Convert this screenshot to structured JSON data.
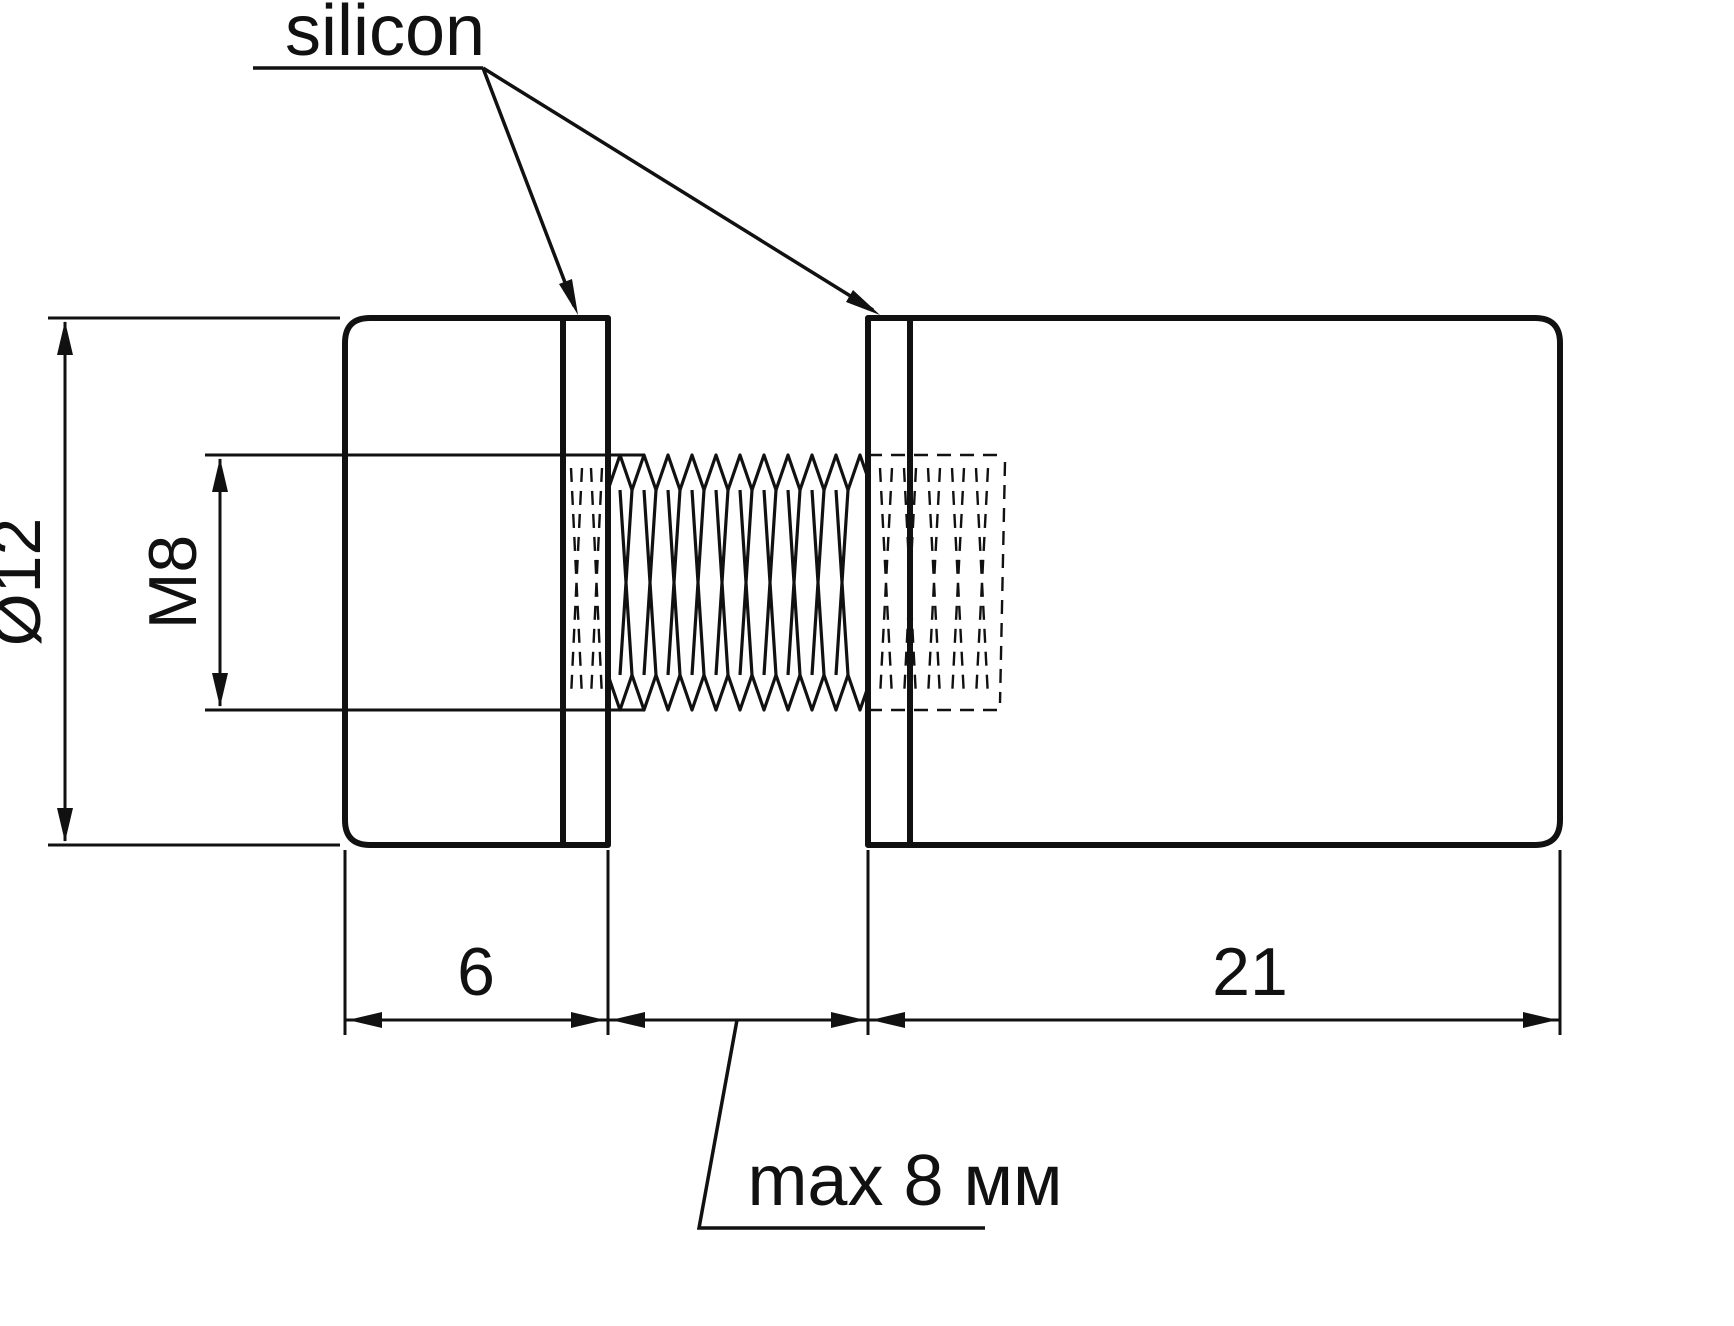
{
  "diagram": {
    "type": "technical-drawing",
    "labels": {
      "silicon": "silicon",
      "diameter": "Ø12",
      "thread": "M8",
      "cap_width": "6",
      "body_width": "21",
      "max_depth": "max 8 мм"
    },
    "colors": {
      "line": "#111111",
      "background": "#ffffff"
    }
  }
}
